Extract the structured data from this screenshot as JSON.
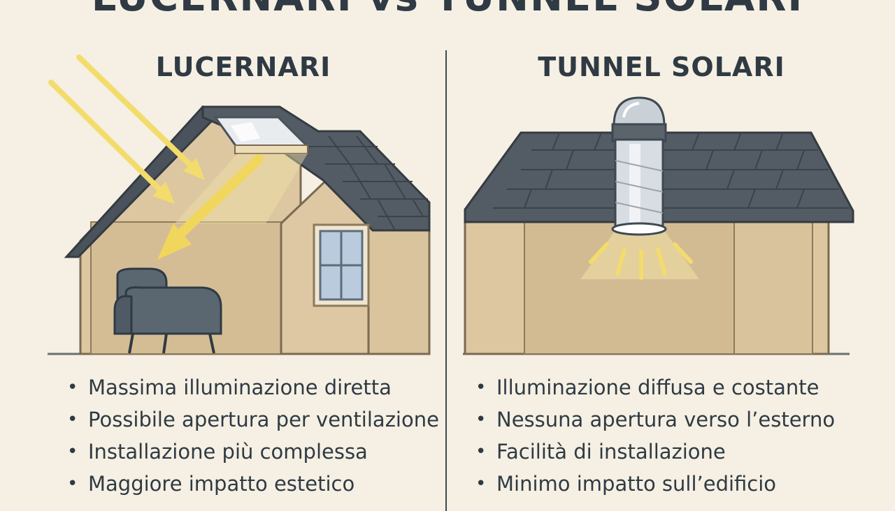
{
  "header": {
    "title": "LUCERNARI vs  TUNNEL SOLARI"
  },
  "left_panel": {
    "title": "LUCERNARI",
    "bullets": [
      "Massima illuminazione diretta",
      "Possibile apertura per ventilazione",
      "Installazione più complessa",
      "Maggiore impatto estetico"
    ]
  },
  "right_panel": {
    "title": "TUNNEL SOLARI",
    "bullets": [
      "Illuminazione diffusa e costante",
      "Nessuna apertura verso l’esterno",
      "Facilità di installazione",
      "Minimo impatto sull’edificio"
    ]
  },
  "colors": {
    "background": "#f5f0e3",
    "wall": "#dcc7a1",
    "roof": "#4a525b",
    "sunlight": "#f3dc6c",
    "text": "#2f3a44"
  }
}
